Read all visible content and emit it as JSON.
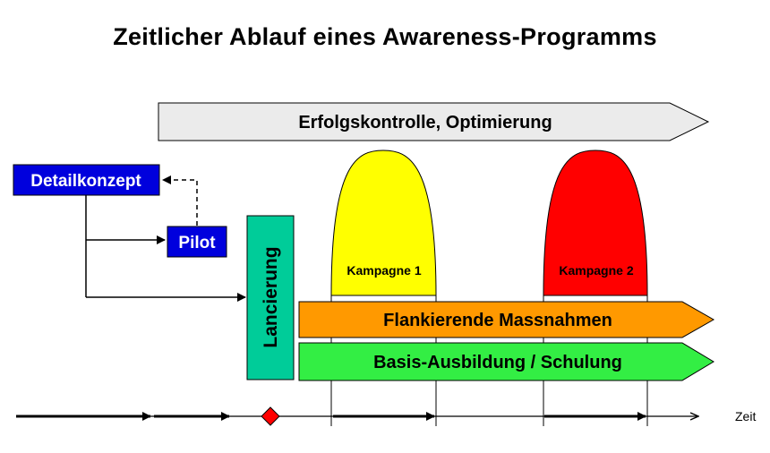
{
  "title": "Zeitlicher Ablauf eines Awareness-Programms",
  "bars": {
    "erfolgskontrolle": "Erfolgskontrolle, Optimierung",
    "flankierende": "Flankierende Massnahmen",
    "basis": "Basis-Ausbildung / Schulung"
  },
  "boxes": {
    "detailkonzept": "Detailkonzept",
    "pilot": "Pilot",
    "lancierung": "Lancierung"
  },
  "kampagnen": {
    "k1": "Kampagne 1",
    "k2": "Kampagne 2"
  },
  "timeline": {
    "label": "Zeit"
  },
  "colors": {
    "erfolgskontrolle_fill": "#ebebeb",
    "flankierende_fill": "#ff9900",
    "basis_fill": "#33ee44",
    "box_fill": "#0000dd",
    "lancierung_fill": "#00cc99",
    "kampagne1_fill": "#ffff00",
    "kampagne2_fill": "#ff0000",
    "milestone_fill": "#ff0000"
  }
}
